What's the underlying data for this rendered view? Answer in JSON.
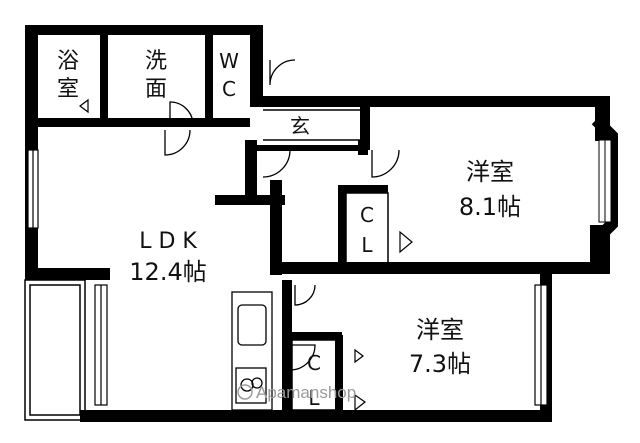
{
  "rooms": {
    "bath": [
      "浴",
      "室"
    ],
    "washroom": [
      "洗",
      "面"
    ],
    "wc": [
      "W",
      "C"
    ],
    "entrance": "玄",
    "bedroom1": {
      "name": "洋室",
      "size": "8.1帖"
    },
    "ldk": {
      "name": "L D K",
      "size": "12.4帖"
    },
    "closet1": [
      "C",
      "L"
    ],
    "bedroom2": {
      "name": "洋室",
      "size": "7.3帖"
    },
    "closet2": [
      "C",
      "L"
    ]
  },
  "watermark": "Apamanshop",
  "colors": {
    "wall": "#000000",
    "background": "#ffffff",
    "watermark": "#9a9a9a"
  }
}
